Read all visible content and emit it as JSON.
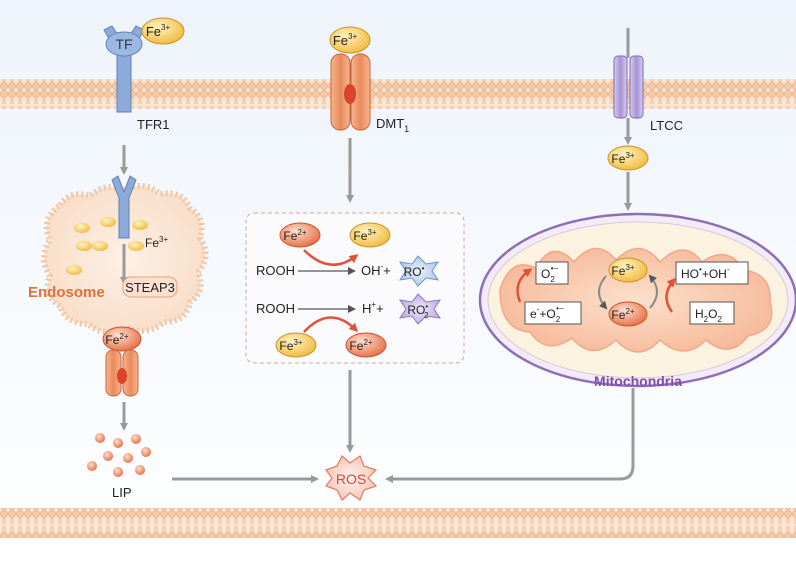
{
  "labels": {
    "tf": "TF",
    "fe3": "Fe",
    "fe3_sup": "3+",
    "fe2": "Fe",
    "fe2_sup": "2+",
    "tfr1": "TFR1",
    "dmt": "DMT",
    "dmt_sub": "1",
    "ltcc": "LTCC",
    "endosome": "Endosome",
    "steap3": "STEAP3",
    "lip": "LIP",
    "ros": "ROS",
    "mitochondria": "Mitochondria",
    "rooh": "ROOH",
    "oh_minus": "OH",
    "minus_sup": "-",
    "plus": "+",
    "h_plus": "H",
    "plus_sup": "+",
    "ro": "RO",
    "dot_sup": "•",
    "ro2": "RO",
    "two_sub": "2",
    "o2": "O",
    "o2_sup": "•−",
    "e_minus": "e",
    "ho_oh": "HO",
    "oh": "OH",
    "h2o2_h": "H",
    "h2o2_o": "O"
  },
  "colors": {
    "membrane": "#f2c79e",
    "membrane_head": "#f4d3b2",
    "fe3_fill": "#f3c64e",
    "fe2_fill": "#e8784c",
    "transporter": "#e8895c",
    "tfr_blue": "#8aaad6",
    "ltcc_purple": "#b3a2d6",
    "ros_red": "#d9483a",
    "mito_purple": "#7e4fa8",
    "endosome_orange": "#e0703f",
    "arrow_gray": "#9a9a9a"
  }
}
